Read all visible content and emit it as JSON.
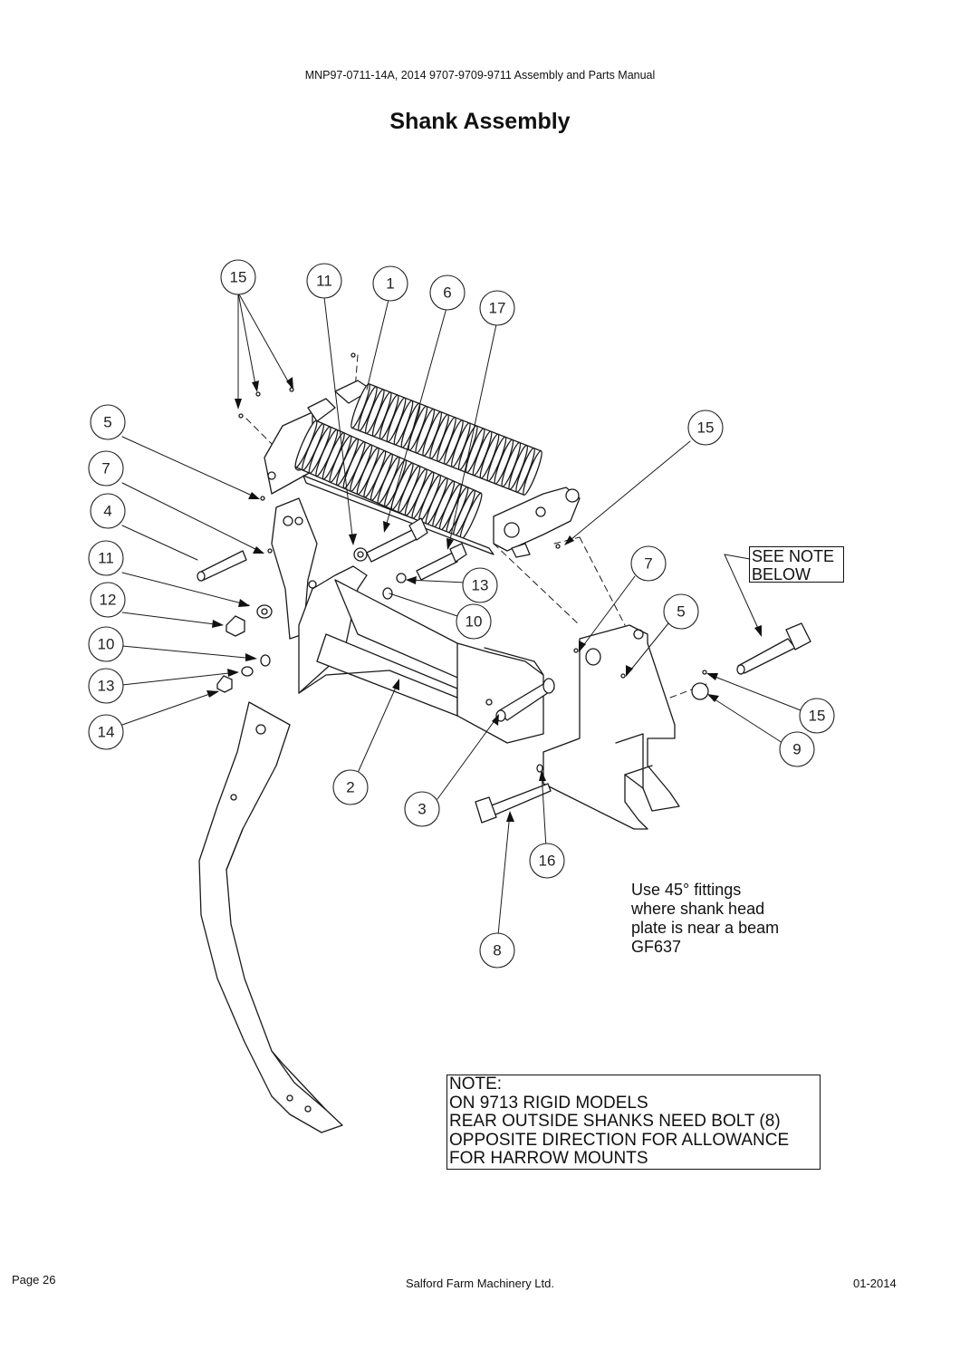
{
  "header": {
    "text": "MNP97-0711-14A, 2014 9707-9709-9711 Assembly and Parts Manual"
  },
  "title": "Shank Assembly",
  "callouts": [
    {
      "id": "c-15a",
      "label": "15"
    },
    {
      "id": "c-11a",
      "label": "11"
    },
    {
      "id": "c-1",
      "label": "1"
    },
    {
      "id": "c-6",
      "label": "6"
    },
    {
      "id": "c-17",
      "label": "17"
    },
    {
      "id": "c-15b",
      "label": "15"
    },
    {
      "id": "c-5a",
      "label": "5"
    },
    {
      "id": "c-7a",
      "label": "7"
    },
    {
      "id": "c-4",
      "label": "4"
    },
    {
      "id": "c-11b",
      "label": "11"
    },
    {
      "id": "c-12",
      "label": "12"
    },
    {
      "id": "c-10a",
      "label": "10"
    },
    {
      "id": "c-13a",
      "label": "13"
    },
    {
      "id": "c-14",
      "label": "14"
    },
    {
      "id": "c-13b",
      "label": "13"
    },
    {
      "id": "c-10b",
      "label": "10"
    },
    {
      "id": "c-7b",
      "label": "7"
    },
    {
      "id": "c-5b",
      "label": "5"
    },
    {
      "id": "c-15c",
      "label": "15"
    },
    {
      "id": "c-9",
      "label": "9"
    },
    {
      "id": "c-2",
      "label": "2"
    },
    {
      "id": "c-3",
      "label": "3"
    },
    {
      "id": "c-16",
      "label": "16"
    },
    {
      "id": "c-8",
      "label": "8"
    }
  ],
  "see_note": [
    "SEE NOTE",
    "BELOW"
  ],
  "fittings_note": [
    "Use 45° fittings",
    "where shank head",
    "plate is near a beam",
    "GF637"
  ],
  "note_box": [
    "NOTE:",
    "ON 9713 RIGID MODELS",
    "REAR OUTSIDE SHANKS NEED BOLT (8)",
    "OPPOSITE DIRECTION FOR ALLOWANCE",
    "FOR HARROW MOUNTS"
  ],
  "footer": {
    "page": "Page 26",
    "company": "Salford Farm Machinery Ltd.",
    "date": "01-2014"
  }
}
